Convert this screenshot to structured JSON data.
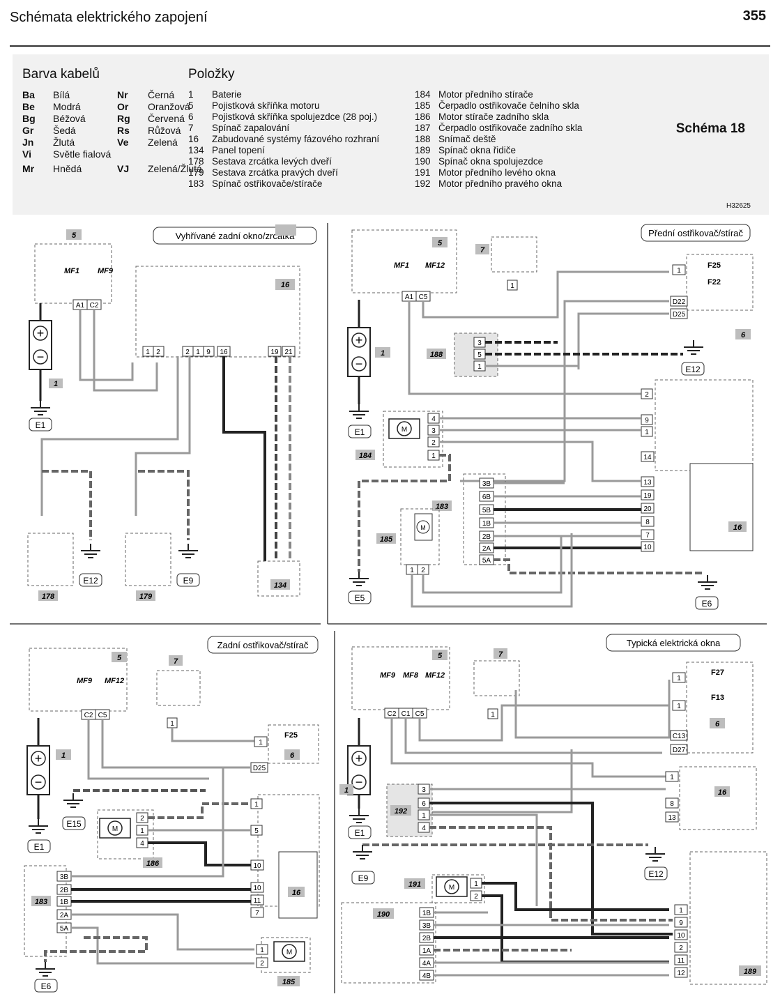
{
  "page": {
    "header": "Schémata elektrického zapojení",
    "page_number": "355",
    "schema_title": "Schéma 18",
    "figure_code": "H32625"
  },
  "legend": {
    "colors_title": "Barva kabelů",
    "colors": [
      [
        "Ba",
        "Bílá",
        "Nr",
        "Černá"
      ],
      [
        "Be",
        "Modrá",
        "Or",
        "Oranžová"
      ],
      [
        "Bg",
        "Béžová",
        "Rg",
        "Červená"
      ],
      [
        "Gr",
        "Šedá",
        "Rs",
        "Růžová"
      ],
      [
        "Jn",
        "Žlutá",
        "Ve",
        "Zelená"
      ],
      [
        "Vi",
        "Světle fialová",
        "",
        ""
      ],
      [
        "Mr",
        "Hnědá",
        "VJ",
        "Zelená/Žlutá"
      ]
    ],
    "items_title": "Položky",
    "items_left": [
      [
        "1",
        "Baterie"
      ],
      [
        "5",
        "Pojistková skříňka motoru"
      ],
      [
        "6",
        "Pojistková skříňka spolujezdce (28 poj.)"
      ],
      [
        "7",
        "Spínač zapalování"
      ],
      [
        "16",
        "Zabudované systémy fázového rozhraní"
      ],
      [
        "134",
        "Panel topení"
      ],
      [
        "178",
        "Sestava zrcátka levých dveří"
      ],
      [
        "179",
        "Sestava zrcátka pravých dveří"
      ],
      [
        "183",
        "Spínač ostřikovače/stírače"
      ]
    ],
    "items_right": [
      [
        "184",
        "Motor předního stírače"
      ],
      [
        "185",
        "Čerpadlo ostřikovače čelního skla"
      ],
      [
        "186",
        "Motor stírače zadního skla"
      ],
      [
        "187",
        "Čerpadlo ostřikovače zadního skla"
      ],
      [
        "188",
        "Snímač deště"
      ],
      [
        "189",
        "Spínač okna řidiče"
      ],
      [
        "190",
        "Spínač okna spolujezdce"
      ],
      [
        "191",
        "Motor předního levého okna"
      ],
      [
        "192",
        "Motor předního pravého okna"
      ]
    ]
  },
  "panels": {
    "tl_title": "Vyhřívané zadní okno/zrcátka",
    "tr_title": "Přední ostřikovač/stírač",
    "bl_title": "Zadní ostřikovač/stírač",
    "br_title": "Typická elektrická okna"
  },
  "colors": {
    "wire_dark": "#222222",
    "wire_gray": "#9a9a9a",
    "module_fill": "#bdbdbd"
  }
}
